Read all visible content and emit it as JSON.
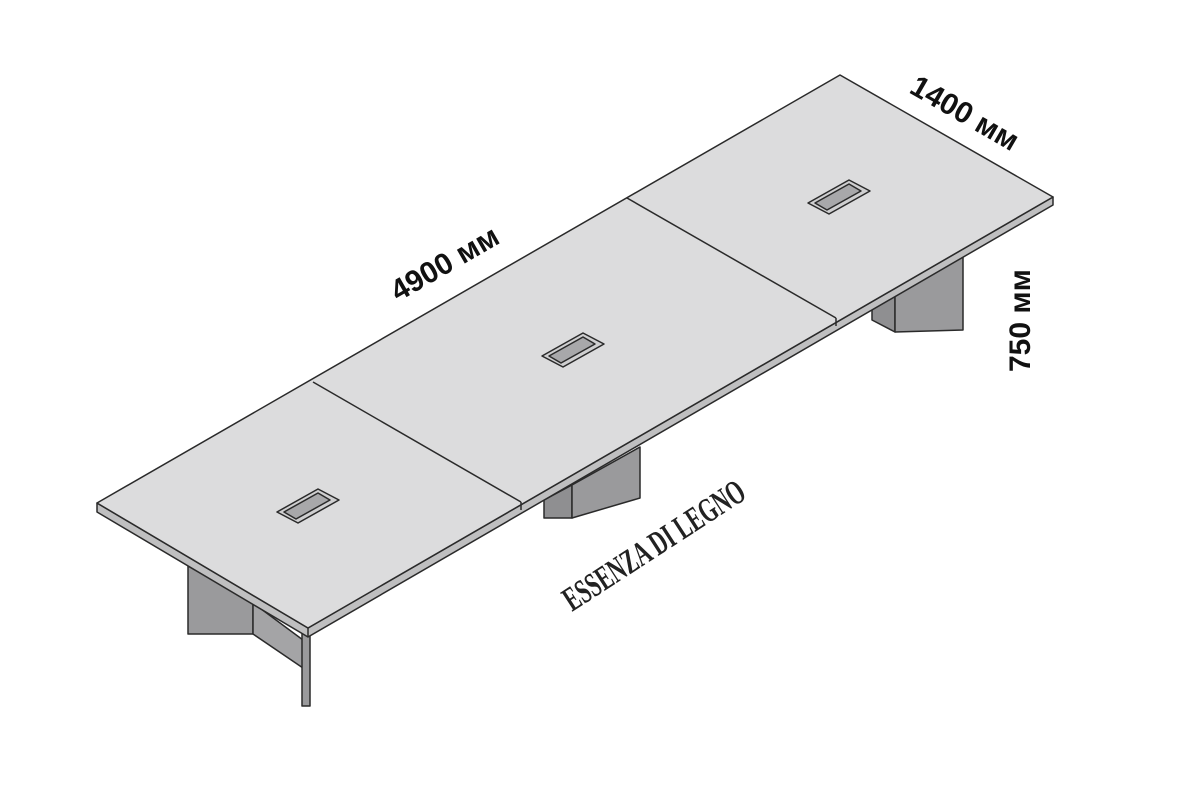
{
  "dimensions": {
    "length": "4900 мм",
    "width": "1400 мм",
    "height": "750 мм"
  },
  "material_label": "ESSENZA DI LEGNO",
  "colors": {
    "top": "#dcdcdd",
    "edge": "#bfbfc0",
    "leg": "#9a9a9c",
    "line": "#2a2a2a"
  }
}
